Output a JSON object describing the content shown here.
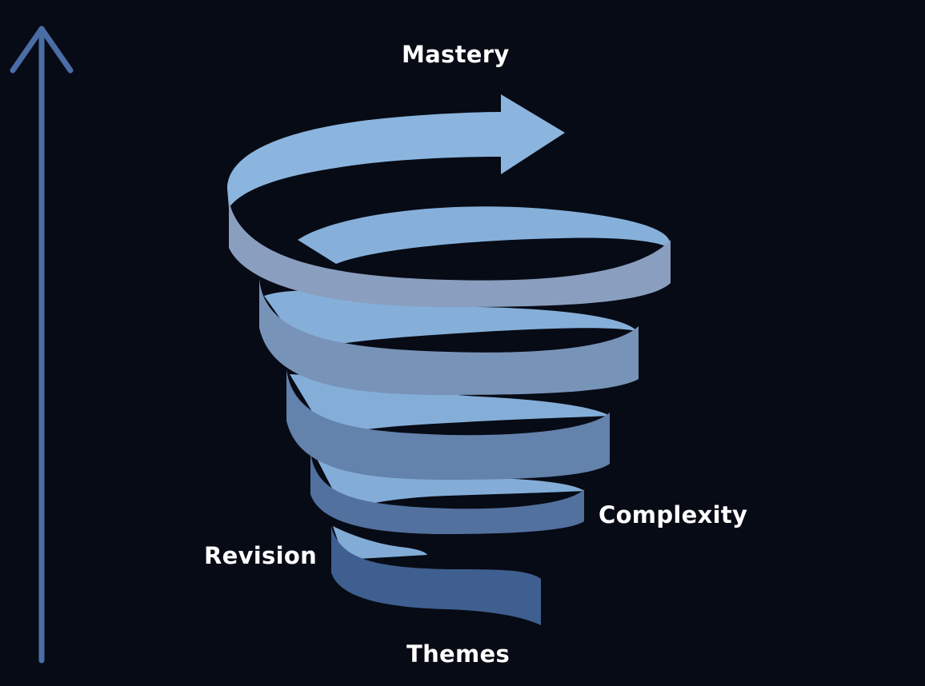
{
  "labels": {
    "top": "Mastery",
    "right": "Complexity",
    "left": "Revision",
    "bottom": "Themes"
  },
  "colors": {
    "background": "#070b15",
    "axis_arrow": "#4a6da6",
    "ribbon_top": "#8fb4dc",
    "ribbon_top_shade": "#8a9dbc",
    "ribbon_bottom": "#3f5f90",
    "text": "#ffffff"
  },
  "icons": {
    "axis": "up-arrow-icon",
    "spiral": "spiral-ribbon-arrow"
  }
}
